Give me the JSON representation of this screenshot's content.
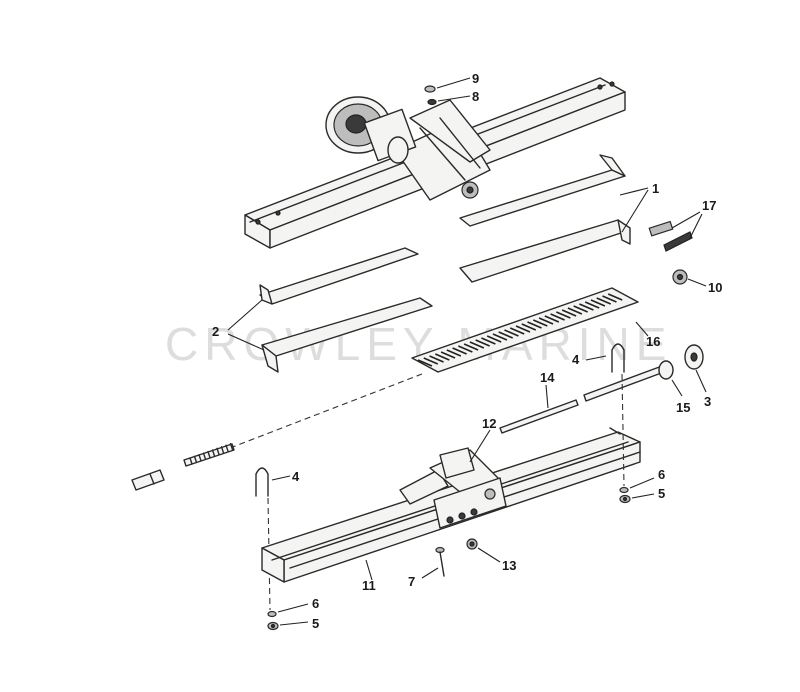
{
  "watermark": "CROWLEY MARINE",
  "callouts": {
    "c1": "1",
    "c2": "2",
    "c3": "3",
    "c4a": "4",
    "c4b": "4",
    "c5a": "5",
    "c5b": "5",
    "c6a": "6",
    "c6b": "6",
    "c7": "7",
    "c8": "8",
    "c9": "9",
    "c10": "10",
    "c11": "11",
    "c12": "12",
    "c13": "13",
    "c14": "14",
    "c15": "15",
    "c16": "16",
    "c17": "17"
  }
}
